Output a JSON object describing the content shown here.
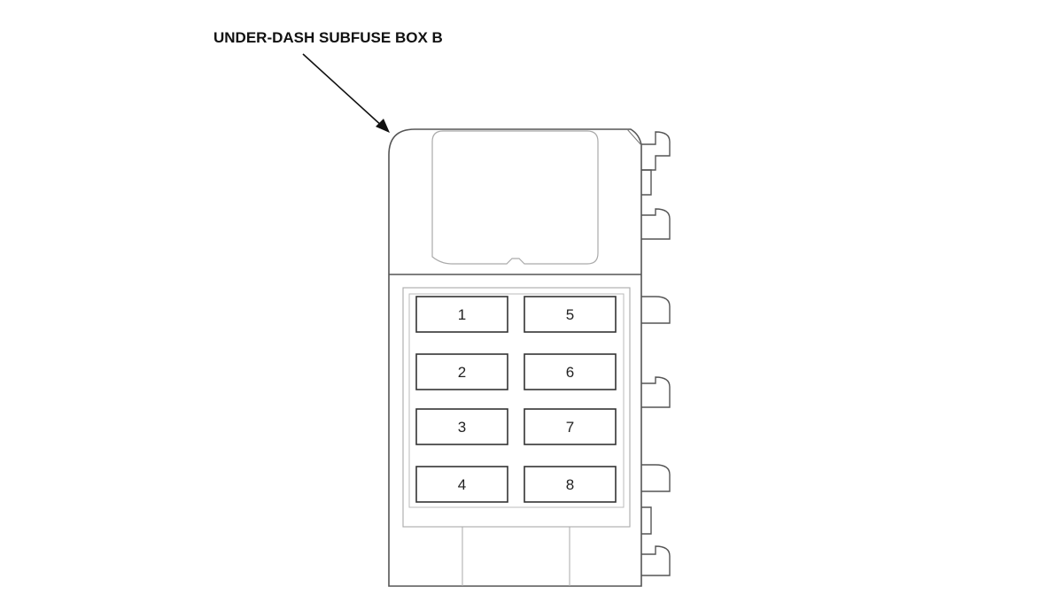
{
  "title": "UNDER-DASH SUBFUSE BOX B",
  "fuses": [
    {
      "label": "1"
    },
    {
      "label": "2"
    },
    {
      "label": "3"
    },
    {
      "label": "4"
    },
    {
      "label": "5"
    },
    {
      "label": "6"
    },
    {
      "label": "7"
    },
    {
      "label": "8"
    }
  ],
  "colors": {
    "outline": "#555555",
    "fuse_outline": "#333333",
    "light_outline": "#999999"
  }
}
